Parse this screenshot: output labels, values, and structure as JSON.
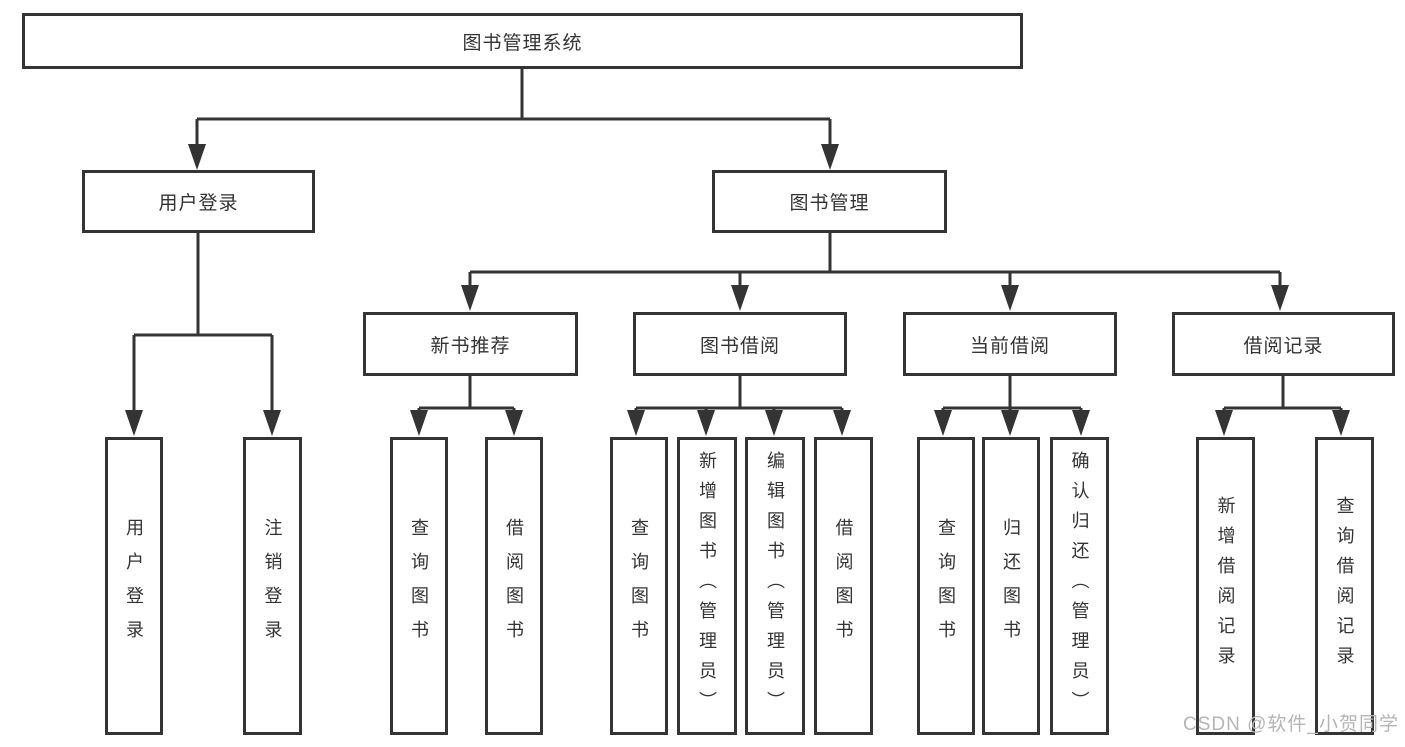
{
  "diagram": {
    "root": {
      "label": "图书管理系统"
    },
    "children": [
      {
        "label": "用户登录",
        "children": [
          {
            "label": "用户登录"
          },
          {
            "label": "注销登录"
          }
        ]
      },
      {
        "label": "图书管理",
        "children": [
          {
            "label": "新书推荐",
            "children": [
              {
                "label": "查询图书"
              },
              {
                "label": "借阅图书"
              }
            ]
          },
          {
            "label": "图书借阅",
            "children": [
              {
                "label": "查询图书"
              },
              {
                "label": "新增图书（管理员）"
              },
              {
                "label": "编辑图书（管理员）"
              },
              {
                "label": "借阅图书"
              }
            ]
          },
          {
            "label": "当前借阅",
            "children": [
              {
                "label": "查询图书"
              },
              {
                "label": "归还图书"
              },
              {
                "label": "确认归还（管理员）"
              }
            ]
          },
          {
            "label": "借阅记录",
            "children": [
              {
                "label": "新增借阅记录"
              },
              {
                "label": "查询借阅记录"
              }
            ]
          }
        ]
      }
    ]
  },
  "watermark": "CSDN @软件_小贺同学",
  "colors": {
    "line": "#343434",
    "text": "#333333",
    "watermark": "#b5b5b5",
    "background": "#ffffff"
  }
}
